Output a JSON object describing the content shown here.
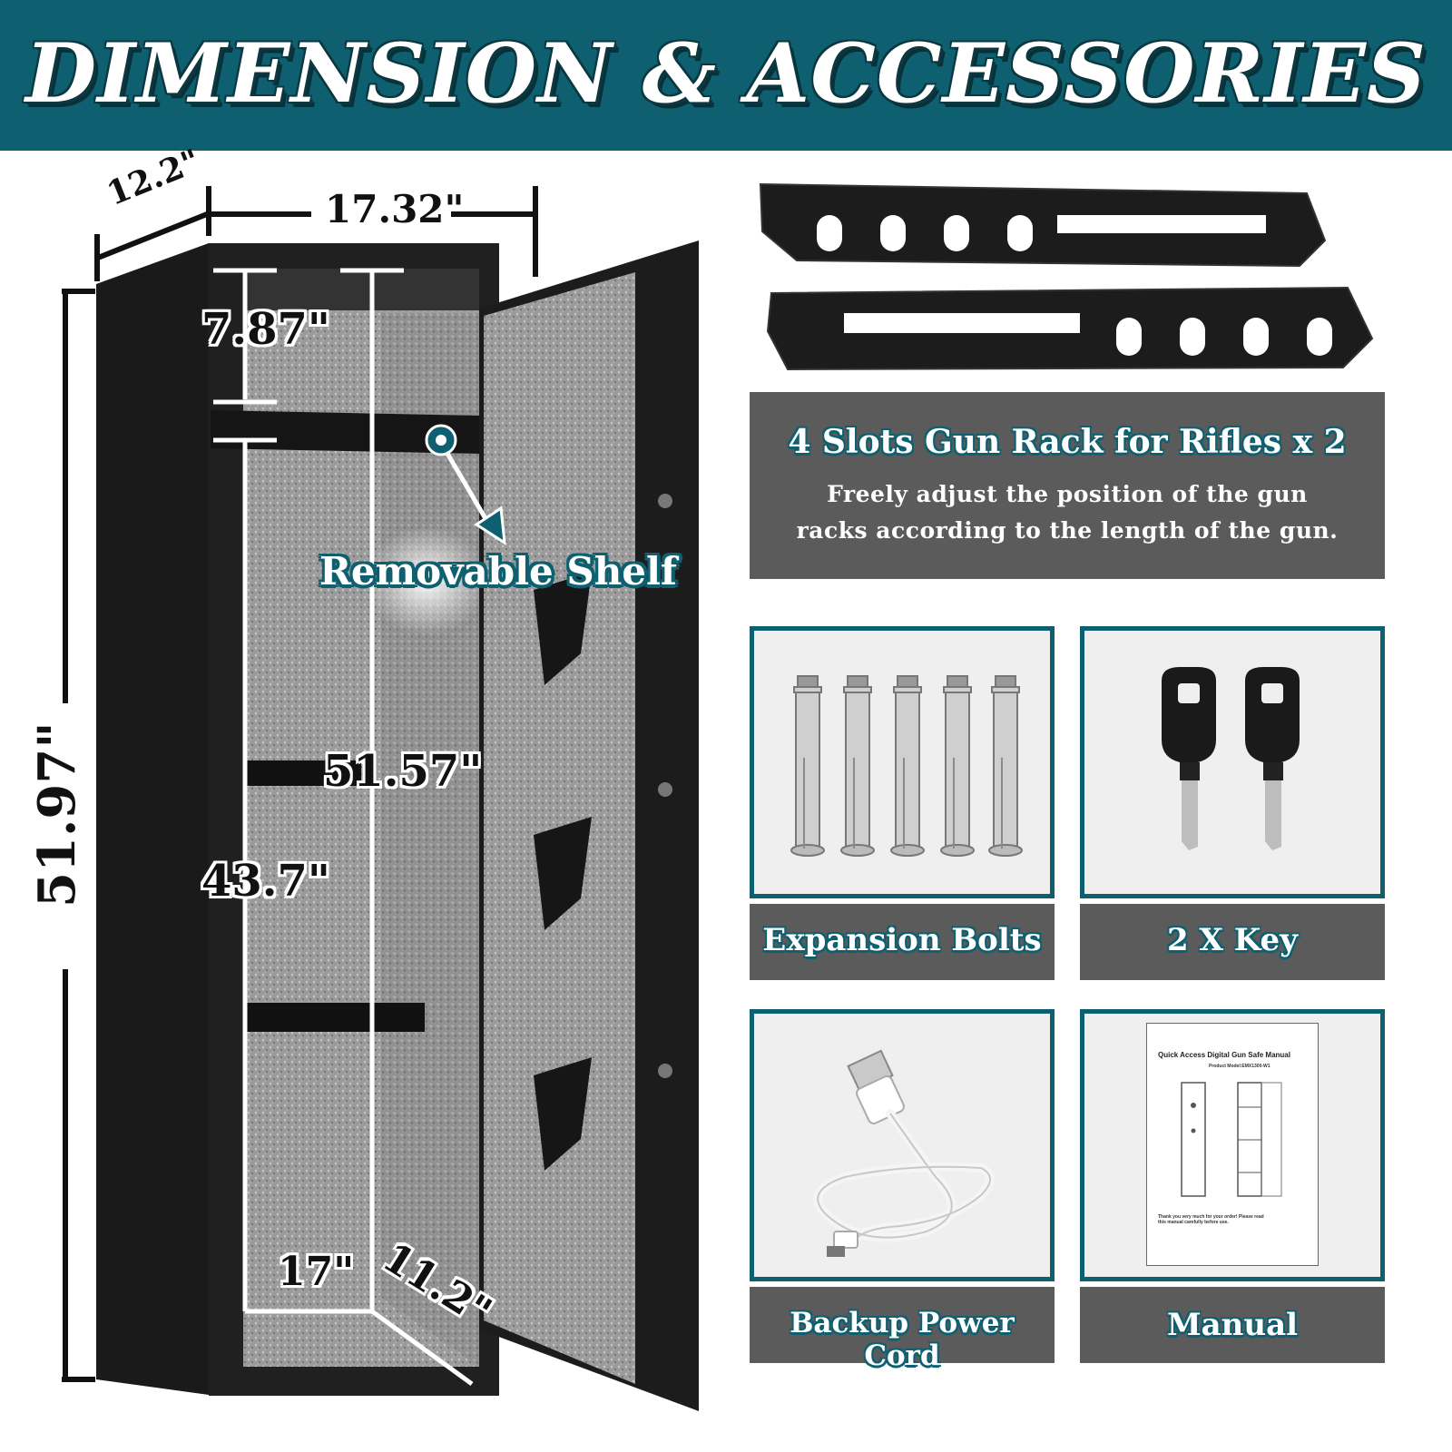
{
  "banner": {
    "title": "DIMENSION & ACCESSORIES",
    "bg": "#0e6070"
  },
  "safe": {
    "dims": {
      "depth_top": "12.2\"",
      "width_top": "17.32\"",
      "height_outer": "51.97\"",
      "top_compartment": "7.87\"",
      "inner_height": "51.57\"",
      "lower_compartment": "43.7\"",
      "inner_width": "17\"",
      "inner_depth": "11.2\""
    },
    "shelf_label": "Removable Shelf"
  },
  "accessories": {
    "rack": {
      "title": "4 Slots Gun Rack for Rifles x 2",
      "description": "Freely adjust the position of the gun racks according to the length of the gun."
    },
    "items": [
      {
        "label": "Expansion Bolts",
        "icon": "expansion-bolts"
      },
      {
        "label": "2 X Key",
        "icon": "key"
      },
      {
        "label": "Backup Power Cord",
        "icon": "usb-cable"
      },
      {
        "label": "Manual",
        "icon": "manual-document"
      }
    ],
    "manual": {
      "title": "Quick Access Digital Gun Safe Manual",
      "model": "Product Model:EMX1300-W1",
      "note": "Thank you very much for your order! Please read this manual carefully before use."
    }
  },
  "colors": {
    "accent": "#0e6070",
    "panel": "#5b5b5b",
    "safe_body": "#1b1b1b",
    "felt": "#9a9a9a"
  }
}
